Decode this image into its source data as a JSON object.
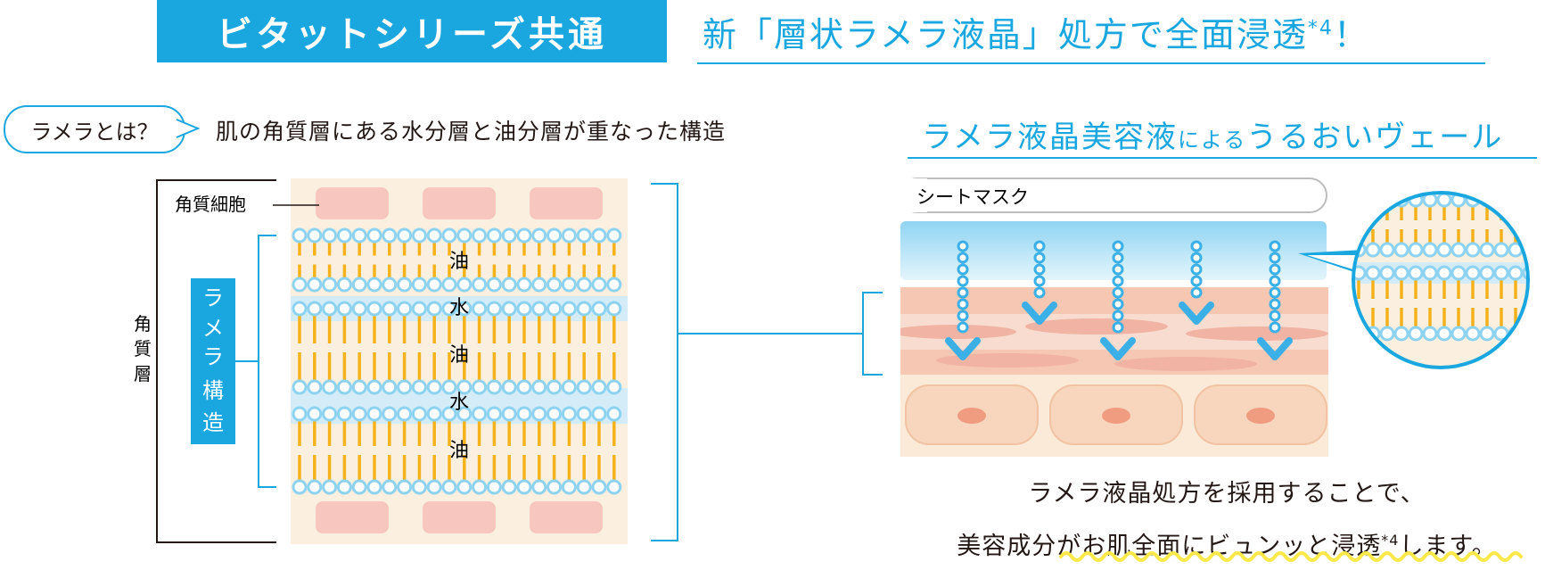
{
  "banner": {
    "title": "ビタットシリーズ共通"
  },
  "headline": {
    "text": "新「層状ラメラ液晶」処方で全面浸透",
    "sup": "*4",
    "tail": "！"
  },
  "definition": {
    "bubble": "ラメラとは？",
    "text": "肌の角質層にある水分層と油分層が重なった構造"
  },
  "diagram": {
    "corneocyte_label": "角質細胞",
    "stratum_label": "角質層",
    "lamella_label": "ラメラ構造",
    "layers": [
      "油",
      "水",
      "油",
      "水",
      "油"
    ]
  },
  "right_title": {
    "main": "ラメラ液晶美容液",
    "small": "による",
    "tail": "うるおいヴェール"
  },
  "sheet_mask": {
    "label": "シートマスク"
  },
  "caption": {
    "line1": "ラメラ液晶処方を採用することで、",
    "line2a": "美容成分がお肌全面にビュンッと浸透",
    "sup": "*4",
    "line2b": "します。"
  },
  "colors": {
    "accent": "#1aa7e0",
    "lipid": "#f6b21a",
    "bead": "#8dd3f0",
    "water": "#d3ecf8",
    "skin": "#fbefdf",
    "cell": "#f7c6bf"
  }
}
